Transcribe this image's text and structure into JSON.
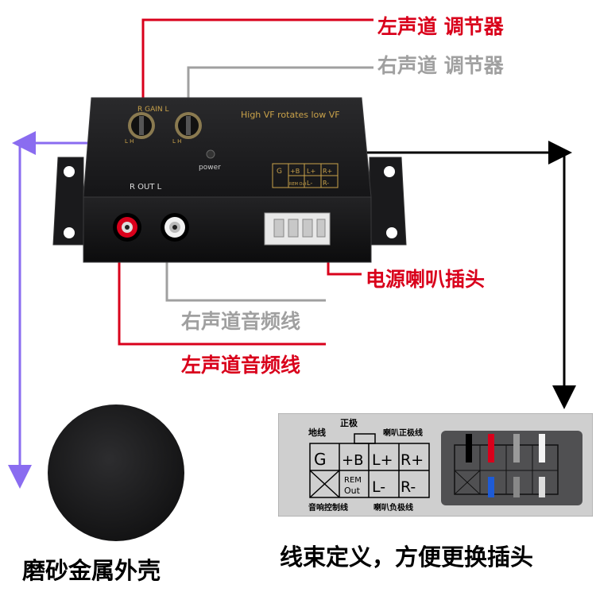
{
  "labels": {
    "left_adjuster": "左声道  调节器",
    "right_adjuster": "右声道  调节器",
    "power_speaker_plug": "电源喇叭插头",
    "right_audio_line": "右声道音频线",
    "left_audio_line": "左声道音频线",
    "frosted_shell": "磨砂金属外壳",
    "wiring_definition": "线束定义，方便更换插头"
  },
  "device": {
    "gain_label": "R  GAIN  L",
    "knob_marks": "L  H",
    "vf_text": "High VF rotates low VF",
    "power_label": "power",
    "out_label": "R  OUT  L",
    "pin_g": "G",
    "pin_b": "+B",
    "pin_lp": "L+",
    "pin_rp": "R+",
    "pin_rem": "REM Out",
    "pin_lm": "L-",
    "pin_rm": "R-"
  },
  "pinout": {
    "ground": "地线",
    "positive": "正极",
    "speaker_positive": "喇叭正极线",
    "remote_control": "音响控制线",
    "speaker_negative": "喇叭负极线",
    "g": "G",
    "b": "+B",
    "lp": "L+",
    "rp": "R+",
    "rem": "REM",
    "out": "Out",
    "lm": "L-",
    "rm": "R-"
  },
  "colors": {
    "accent_red": "#d9001b",
    "gray_line": "#a0a0a0",
    "purple_arrow": "#8a6cf0",
    "device_body": "#1e1e20",
    "gold_print": "#c9a24a"
  }
}
